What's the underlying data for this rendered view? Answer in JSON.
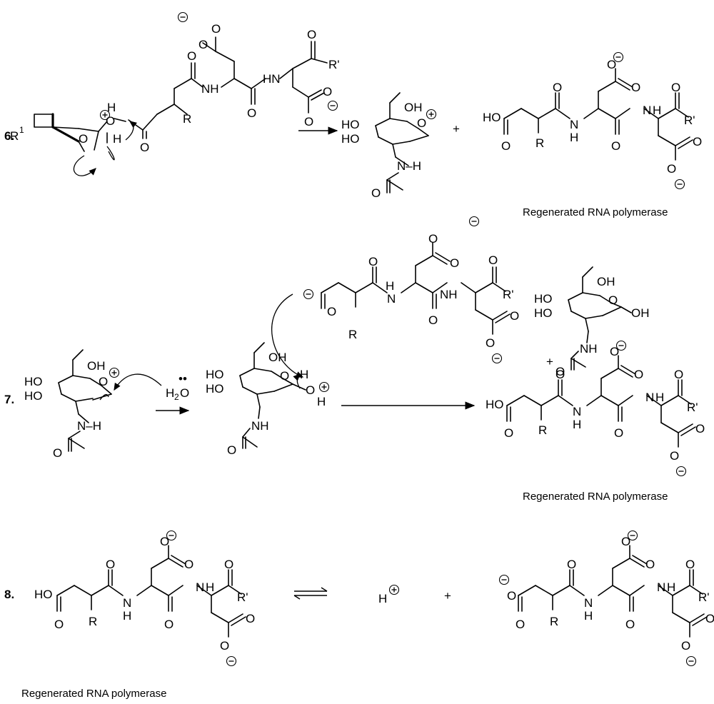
{
  "steps": [
    {
      "number": "6.",
      "caption": "Regenerated RNA polymerase"
    },
    {
      "number": "7.",
      "caption": "Regenerated RNA polymerase"
    },
    {
      "number": "8.",
      "caption": "Regenerated RNA polymerase"
    }
  ],
  "atoms": {
    "HO": "HO",
    "OH": "OH",
    "O": "O",
    "H": "H",
    "N": "N",
    "NH": "NH",
    "HN": "HN",
    "N_H": "N–H",
    "R": "R",
    "R_prime": "R'",
    "R1": "R",
    "R1_sup": "1",
    "water": "H",
    "water_sub": "2",
    "water_o": "O",
    "H_plus": "H"
  },
  "symbols": {
    "plus": "+",
    "charge_plus": "+",
    "charge_minus": "−",
    "lone_pair": "••"
  }
}
